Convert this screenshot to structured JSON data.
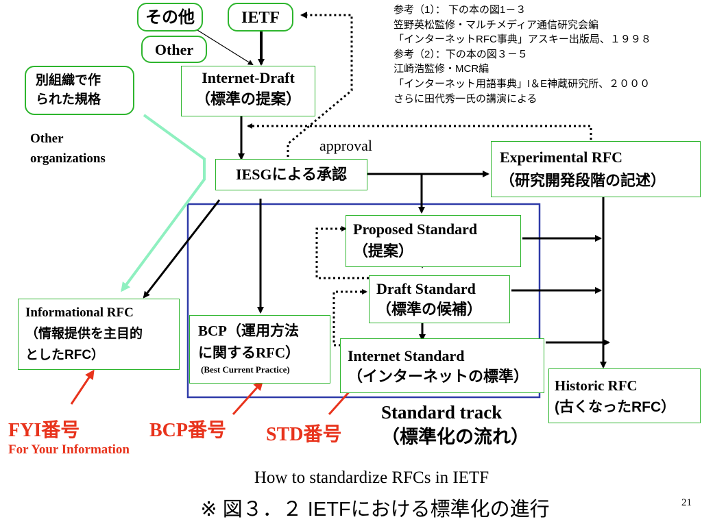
{
  "nodes": {
    "sonota": "その他",
    "ietf": "IETF",
    "other": "Other",
    "internet_draft": [
      "Internet-Draft",
      "（標準の提案）"
    ],
    "other_org_jp": [
      "別組織で作",
      "られた規格"
    ],
    "other_org_en": [
      "Other",
      "organizations"
    ],
    "iesg": "IESGによる承認",
    "approval": "approval",
    "experimental": [
      "Experimental RFC",
      "（研究開発段階の記述）"
    ],
    "proposed": [
      "Proposed Standard",
      "（提案）"
    ],
    "draft_std": [
      "Draft Standard",
      "（標準の候補）"
    ],
    "internet_std": [
      "Internet Standard",
      "（インターネットの標準）"
    ],
    "informational": [
      "Informational RFC",
      "（情報提供を主目的",
      "としたRFC）"
    ],
    "bcp": [
      "BCP（運用方法",
      "に関するRFC）"
    ],
    "bcp_sub": "(Best Current Practice)",
    "historic": [
      "Historic RFC",
      "(古くなったRFC）"
    ]
  },
  "reference": [
    "参考（1）：  下の本の図1－３",
    "笠野英松監修・マルチメディア通信研究会編",
    "「インターネットRFC事典」アスキー出版局、１９９８",
    "参考（2）：下の本の図３－５",
    "江崎浩監修・MCR編",
    "「インターネット用語事典」I＆E神蔵研究所、２０００",
    "さらに田代秀一氏の講演による"
  ],
  "labels": {
    "fyi": "FYI番号",
    "fyi_sub": "For Your Information",
    "bcp_num": "BCP番号",
    "std_num": "STD番号",
    "standard_track": [
      "Standard track",
      "（標準化の流れ）"
    ]
  },
  "caption": {
    "en": "How to standardize RFCs in IETF",
    "jp": "※  図３．２  IETFにおける標準化の進行"
  },
  "page_number": "21",
  "colors": {
    "box_border": "#2db52d",
    "track_border": "#2e3aa8",
    "highlight_red": "#e8331c",
    "light_green_arrow": "#8ff0c0"
  }
}
